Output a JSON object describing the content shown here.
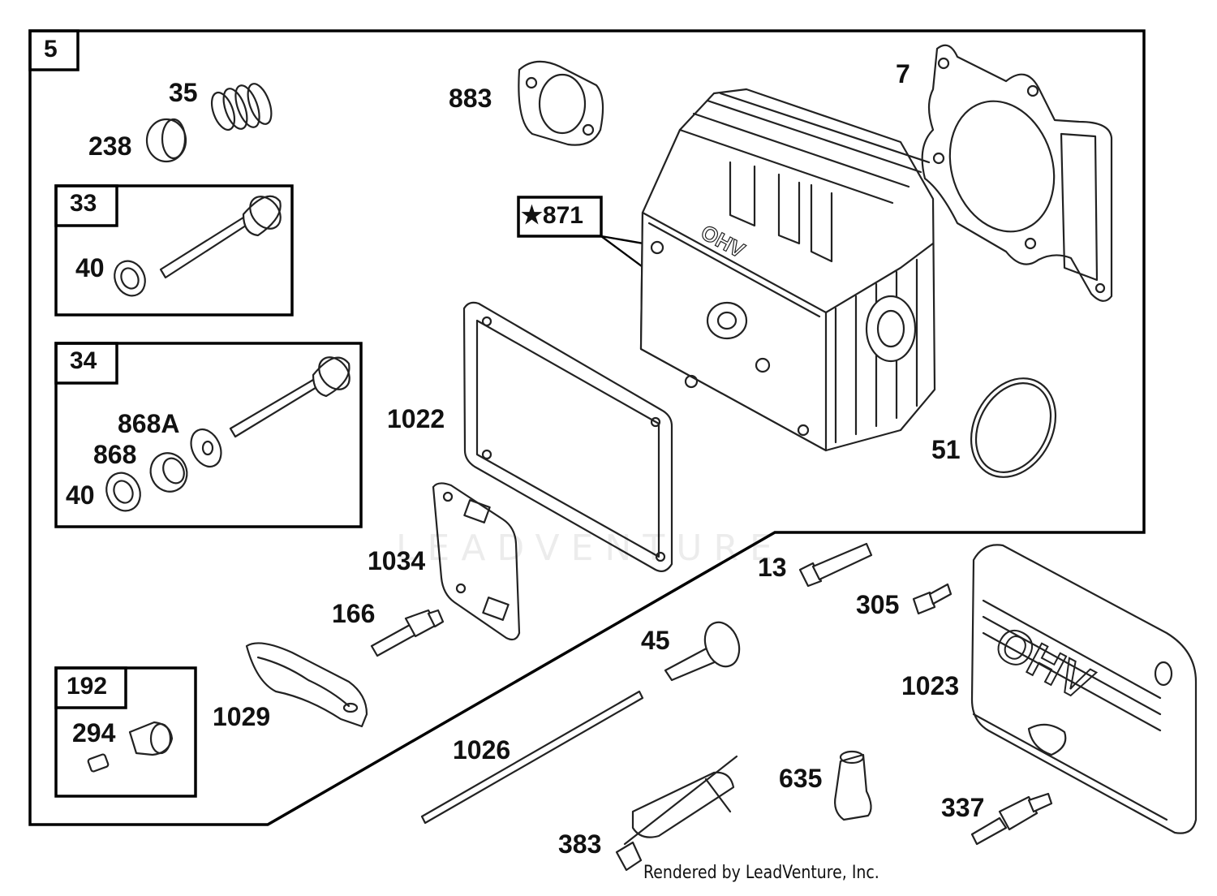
{
  "diagram": {
    "group_label": "5",
    "boxes": {
      "box_33": "33",
      "box_34": "34",
      "box_192": "192",
      "box_871": "★871"
    },
    "labels": {
      "p35": "35",
      "p238": "238",
      "p40a": "40",
      "p868a": "868A",
      "p868": "868",
      "p40b": "40",
      "p883": "883",
      "p7": "7",
      "p1022": "1022",
      "p51": "51",
      "p1034": "1034",
      "p166": "166",
      "p1029": "1029",
      "p294": "294",
      "p13": "13",
      "p305": "305",
      "p45": "45",
      "p1023": "1023",
      "p1026": "1026",
      "p635": "635",
      "p337": "337",
      "p383": "383"
    },
    "watermark": "LEADVENTURE",
    "footer": "Rendered by LeadVenture, Inc."
  }
}
